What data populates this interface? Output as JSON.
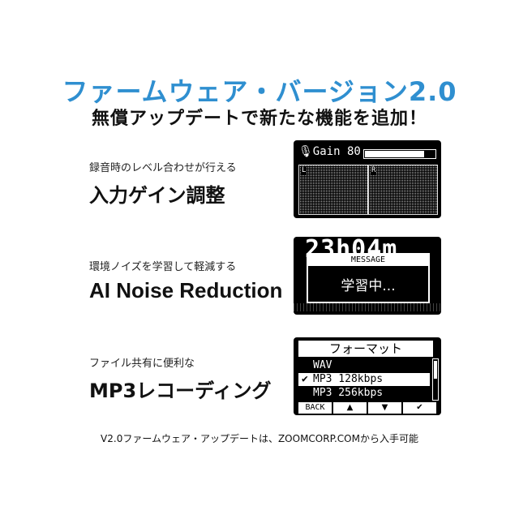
{
  "header": {
    "title": "ファームウェア・バージョン2.0",
    "subtitle": "無償アップデートで新たな機能を追加！"
  },
  "features": [
    {
      "caption": "録音時のレベル合わせが行える",
      "name": "入力ゲイン調整"
    },
    {
      "caption": "環境ノイズを学習して軽減する",
      "name": "AI Noise Reduction"
    },
    {
      "caption": "ファイル共有に便利な",
      "name": "MP3レコーディング"
    }
  ],
  "screen_gain": {
    "label": "Gain",
    "value": "80",
    "level": 0.85,
    "channels": [
      "L",
      "R"
    ]
  },
  "screen_ai": {
    "time": "23h04m",
    "dialog_title": "MESSAGE",
    "dialog_message": "学習中..."
  },
  "screen_format": {
    "title": "フォーマット",
    "items": [
      "WAV",
      "MP3  128kbps",
      "MP3  256kbps"
    ],
    "selected_index": 1,
    "buttons": [
      "BACK",
      "▲",
      "▼",
      "✔"
    ]
  },
  "footer": "V2.0ファームウェア・アップデートは、ZOOMCORP.COMから入手可能",
  "colors": {
    "accent": "#2f8fd0",
    "lcd_bg": "#000000",
    "lcd_fg": "#ffffff"
  }
}
